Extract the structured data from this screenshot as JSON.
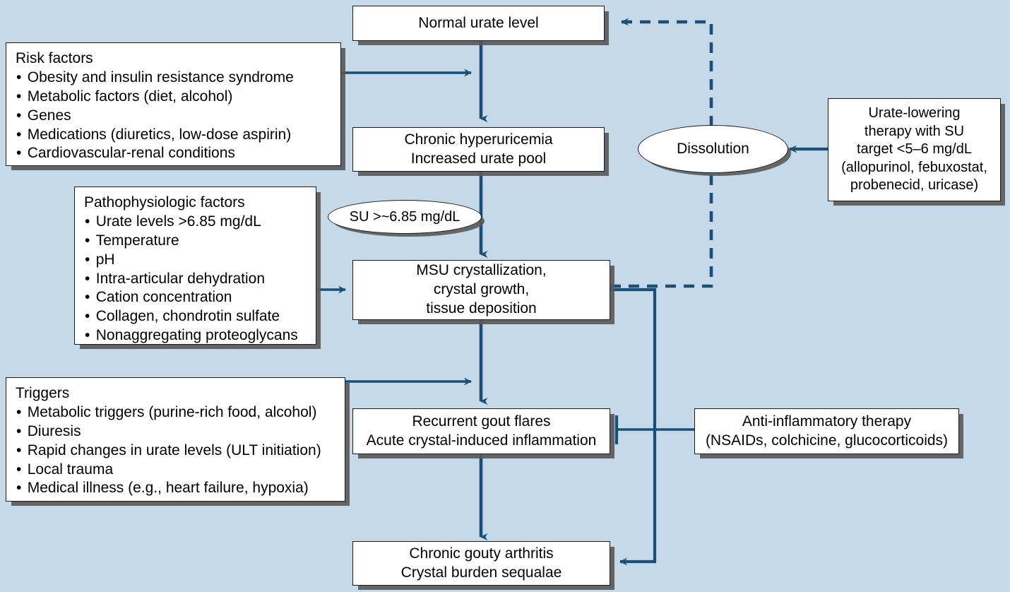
{
  "figure": {
    "title": "Pathogenesis of gout flowchart",
    "background_color": "#c5d9e8",
    "line_color": "#1c4e7a",
    "box_fill": "#ffffff",
    "box_border": "#1a1a1a"
  },
  "nodes": {
    "normal_urate": {
      "lines": [
        "Normal urate level"
      ]
    },
    "chronic_hyperuricemia": {
      "lines": [
        "Chronic hyperuricemia",
        "Increased urate pool"
      ]
    },
    "msu": {
      "lines": [
        "MSU crystallization,",
        "crystal growth,",
        "tissue deposition"
      ]
    },
    "recurrent_flares": {
      "lines": [
        "Recurrent gout flares",
        "Acute crystal-induced inflammation"
      ]
    },
    "chronic_arthritis": {
      "lines": [
        "Chronic gouty arthritis",
        "Crystal burden sequalae"
      ]
    },
    "ult": {
      "lines": [
        "Urate-lowering",
        "therapy with SU",
        "target <5–6 mg/dL",
        "(allopurinol, febuxostat,",
        "probenecid, uricase)"
      ]
    },
    "anti_inflammatory": {
      "lines": [
        "Anti-inflammatory therapy",
        "(NSAIDs, colchicine, glucocorticoids)"
      ]
    },
    "risk_factors": {
      "title": "Risk factors",
      "items": [
        "Obesity and insulin resistance syndrome",
        "Metabolic factors (diet, alcohol)",
        "Genes",
        "Medications (diuretics, low-dose aspirin)",
        "Cardiovascular-renal conditions"
      ]
    },
    "patho_factors": {
      "title": "Pathophysiologic factors",
      "items": [
        "Urate levels >6.85 mg/dL",
        "Temperature",
        "pH",
        "Intra-articular dehydration",
        "Cation concentration",
        "Collagen, chondrotin sulfate",
        "Nonaggregating proteoglycans"
      ]
    },
    "triggers": {
      "title": "Triggers",
      "items": [
        "Metabolic triggers (purine-rich food, alcohol)",
        "Diuresis",
        "Rapid changes in urate levels (ULT initiation)",
        "Local trauma",
        "Medical illness (e.g., heart failure, hypoxia)"
      ]
    }
  },
  "ellipses": {
    "dissolution": {
      "label": "Dissolution"
    },
    "su_threshold": {
      "label": "SU >~6.85 mg/dL"
    }
  },
  "edges": [
    {
      "name": "normal-to-hyperuricemia",
      "style": "solid",
      "arrow": "down"
    },
    {
      "name": "hyperuricemia-to-msu",
      "style": "solid",
      "arrow": "down"
    },
    {
      "name": "msu-to-flares",
      "style": "solid",
      "arrow": "down"
    },
    {
      "name": "flares-to-chronic-arthritis",
      "style": "solid",
      "arrow": "down"
    },
    {
      "name": "risk-factors-to-trunk",
      "style": "solid",
      "arrow": "right"
    },
    {
      "name": "patho-factors-to-msu",
      "style": "solid",
      "arrow": "right"
    },
    {
      "name": "triggers-to-trunk",
      "style": "solid",
      "arrow": "right"
    },
    {
      "name": "msu-to-dissolution",
      "style": "dashed",
      "arrow": "up"
    },
    {
      "name": "dissolution-to-normal-urate",
      "style": "dashed",
      "arrow": "left"
    },
    {
      "name": "ult-to-dissolution",
      "style": "solid",
      "arrow": "left"
    },
    {
      "name": "msu-to-chronic-arthritis",
      "style": "solid",
      "arrow": "left"
    },
    {
      "name": "anti-inflammatory-inhibits-flares",
      "style": "solid",
      "arrow": "inhibition-bar"
    }
  ]
}
